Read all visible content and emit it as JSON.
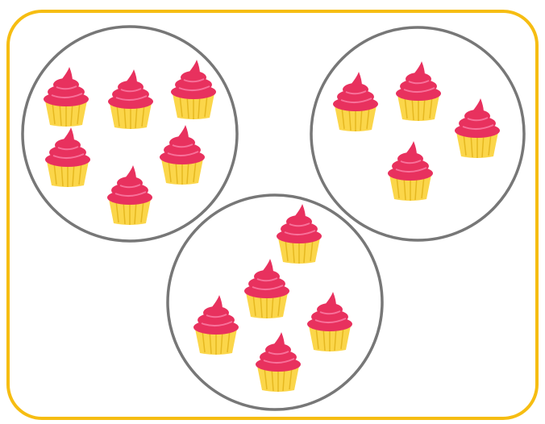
{
  "colors": {
    "frame_border": "#f6bd12",
    "circle_border": "#777777",
    "frosting": "#e8315e",
    "frosting_highlight": "#f7719a",
    "cake_wrapper": "#fbd64a",
    "wrapper_shade": "#e6b820",
    "background": "#ffffff"
  },
  "groups": [
    {
      "name": "top-left-group",
      "cupcake_count": 6
    },
    {
      "name": "top-right-group",
      "cupcake_count": 4
    },
    {
      "name": "bottom-group",
      "cupcake_count": 5
    }
  ],
  "total_cupcakes": 15
}
